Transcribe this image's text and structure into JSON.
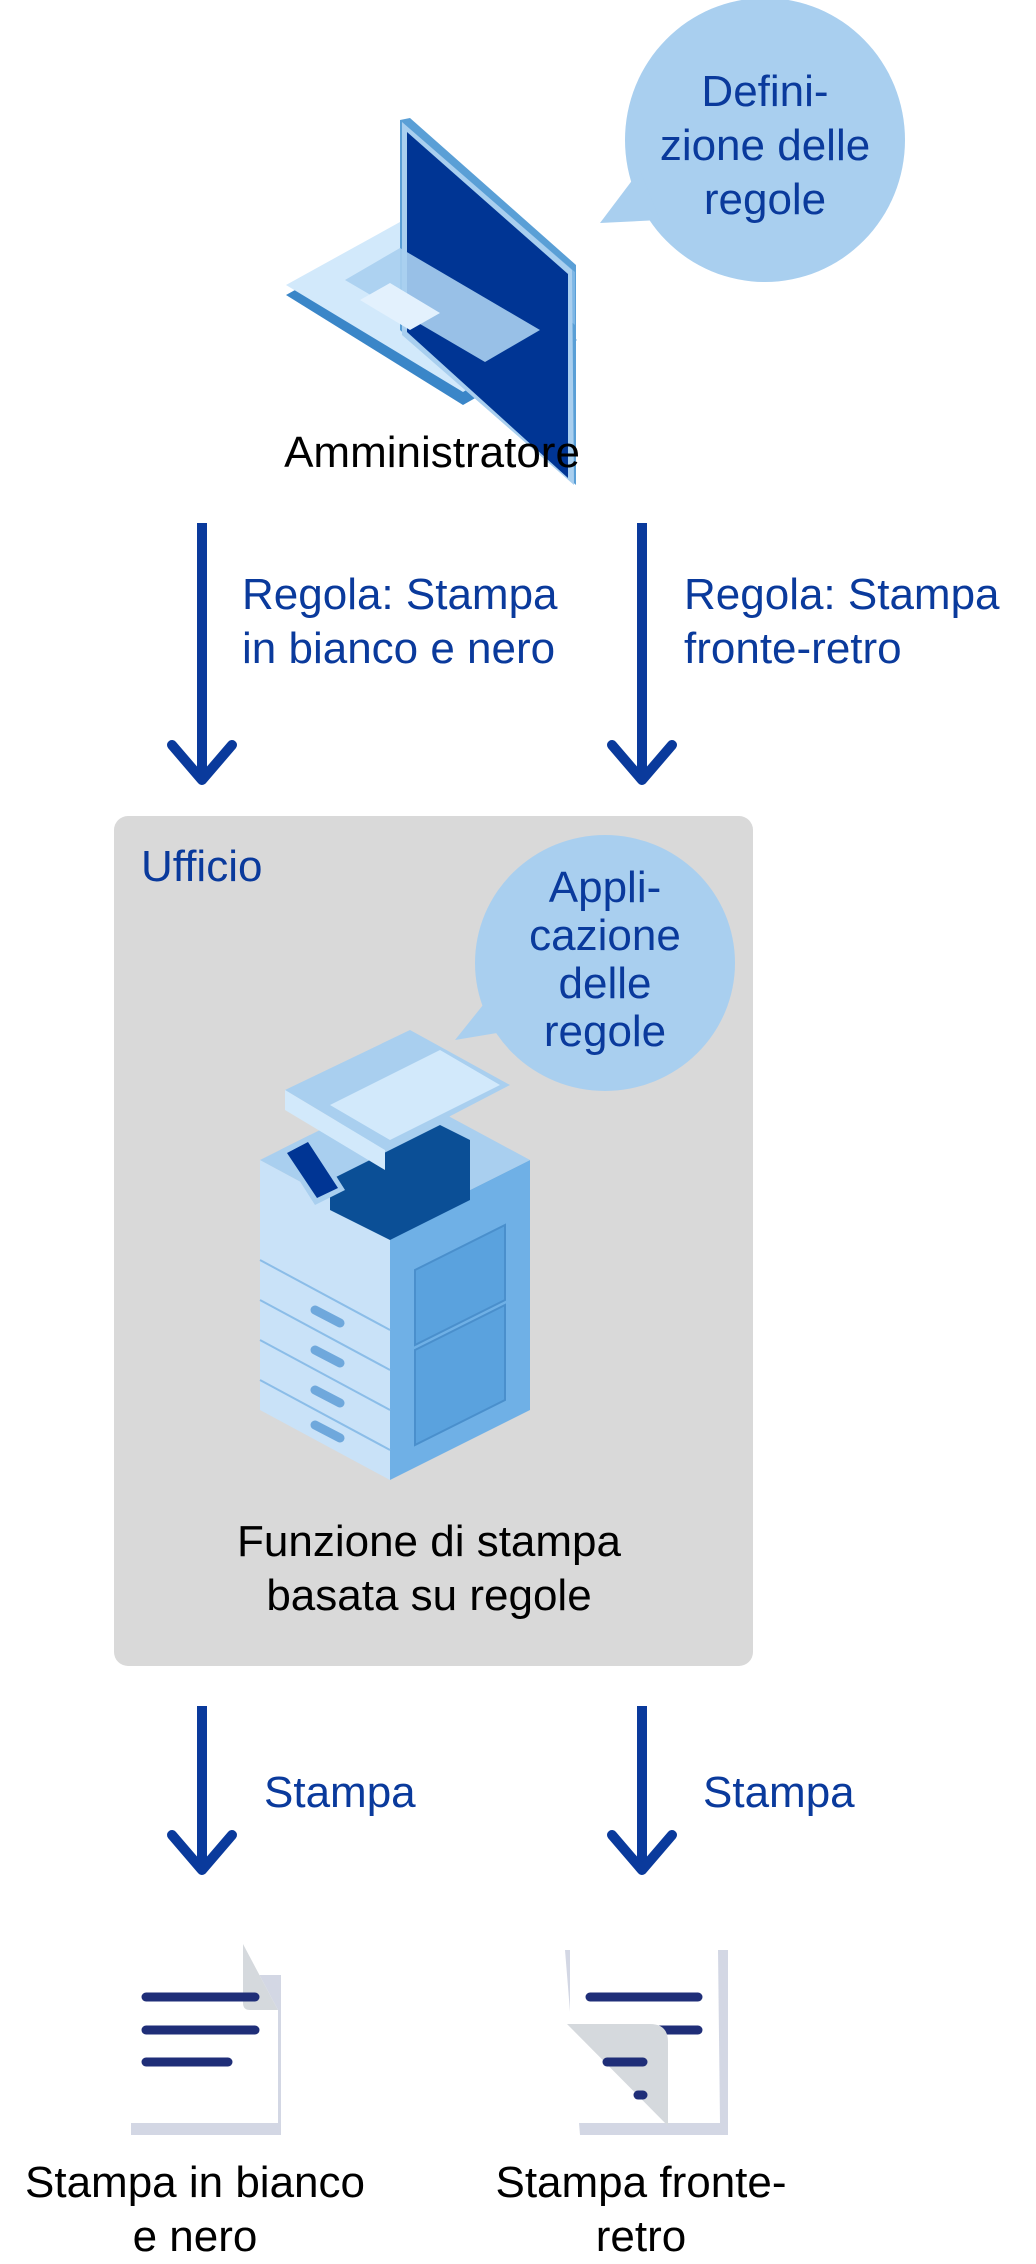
{
  "admin": {
    "bubble_lines": [
      "Defini-",
      "zione delle",
      "regole"
    ],
    "label": "Amministratore"
  },
  "rules": {
    "left_lines": [
      "Regola: Stampa",
      "in bianco e nero"
    ],
    "right_lines": [
      "Regola: Stampa",
      "fronte-retro"
    ]
  },
  "office": {
    "title": "Ufficio",
    "bubble_lines": [
      "Appli-",
      "cazione",
      "delle",
      "regole"
    ],
    "function_lines": [
      "Funzione di stampa",
      "basata su regole"
    ]
  },
  "print": {
    "left_label": "Stampa",
    "right_label": "Stampa"
  },
  "outputs": {
    "left_lines": [
      "Stampa in bianco",
      "e nero"
    ],
    "right_lines": [
      "Stampa fronte-",
      "retro"
    ]
  },
  "colors": {
    "accent": "#0a3a9c",
    "bubble": "#a9cfef",
    "office_bg": "#d9d9d9"
  }
}
